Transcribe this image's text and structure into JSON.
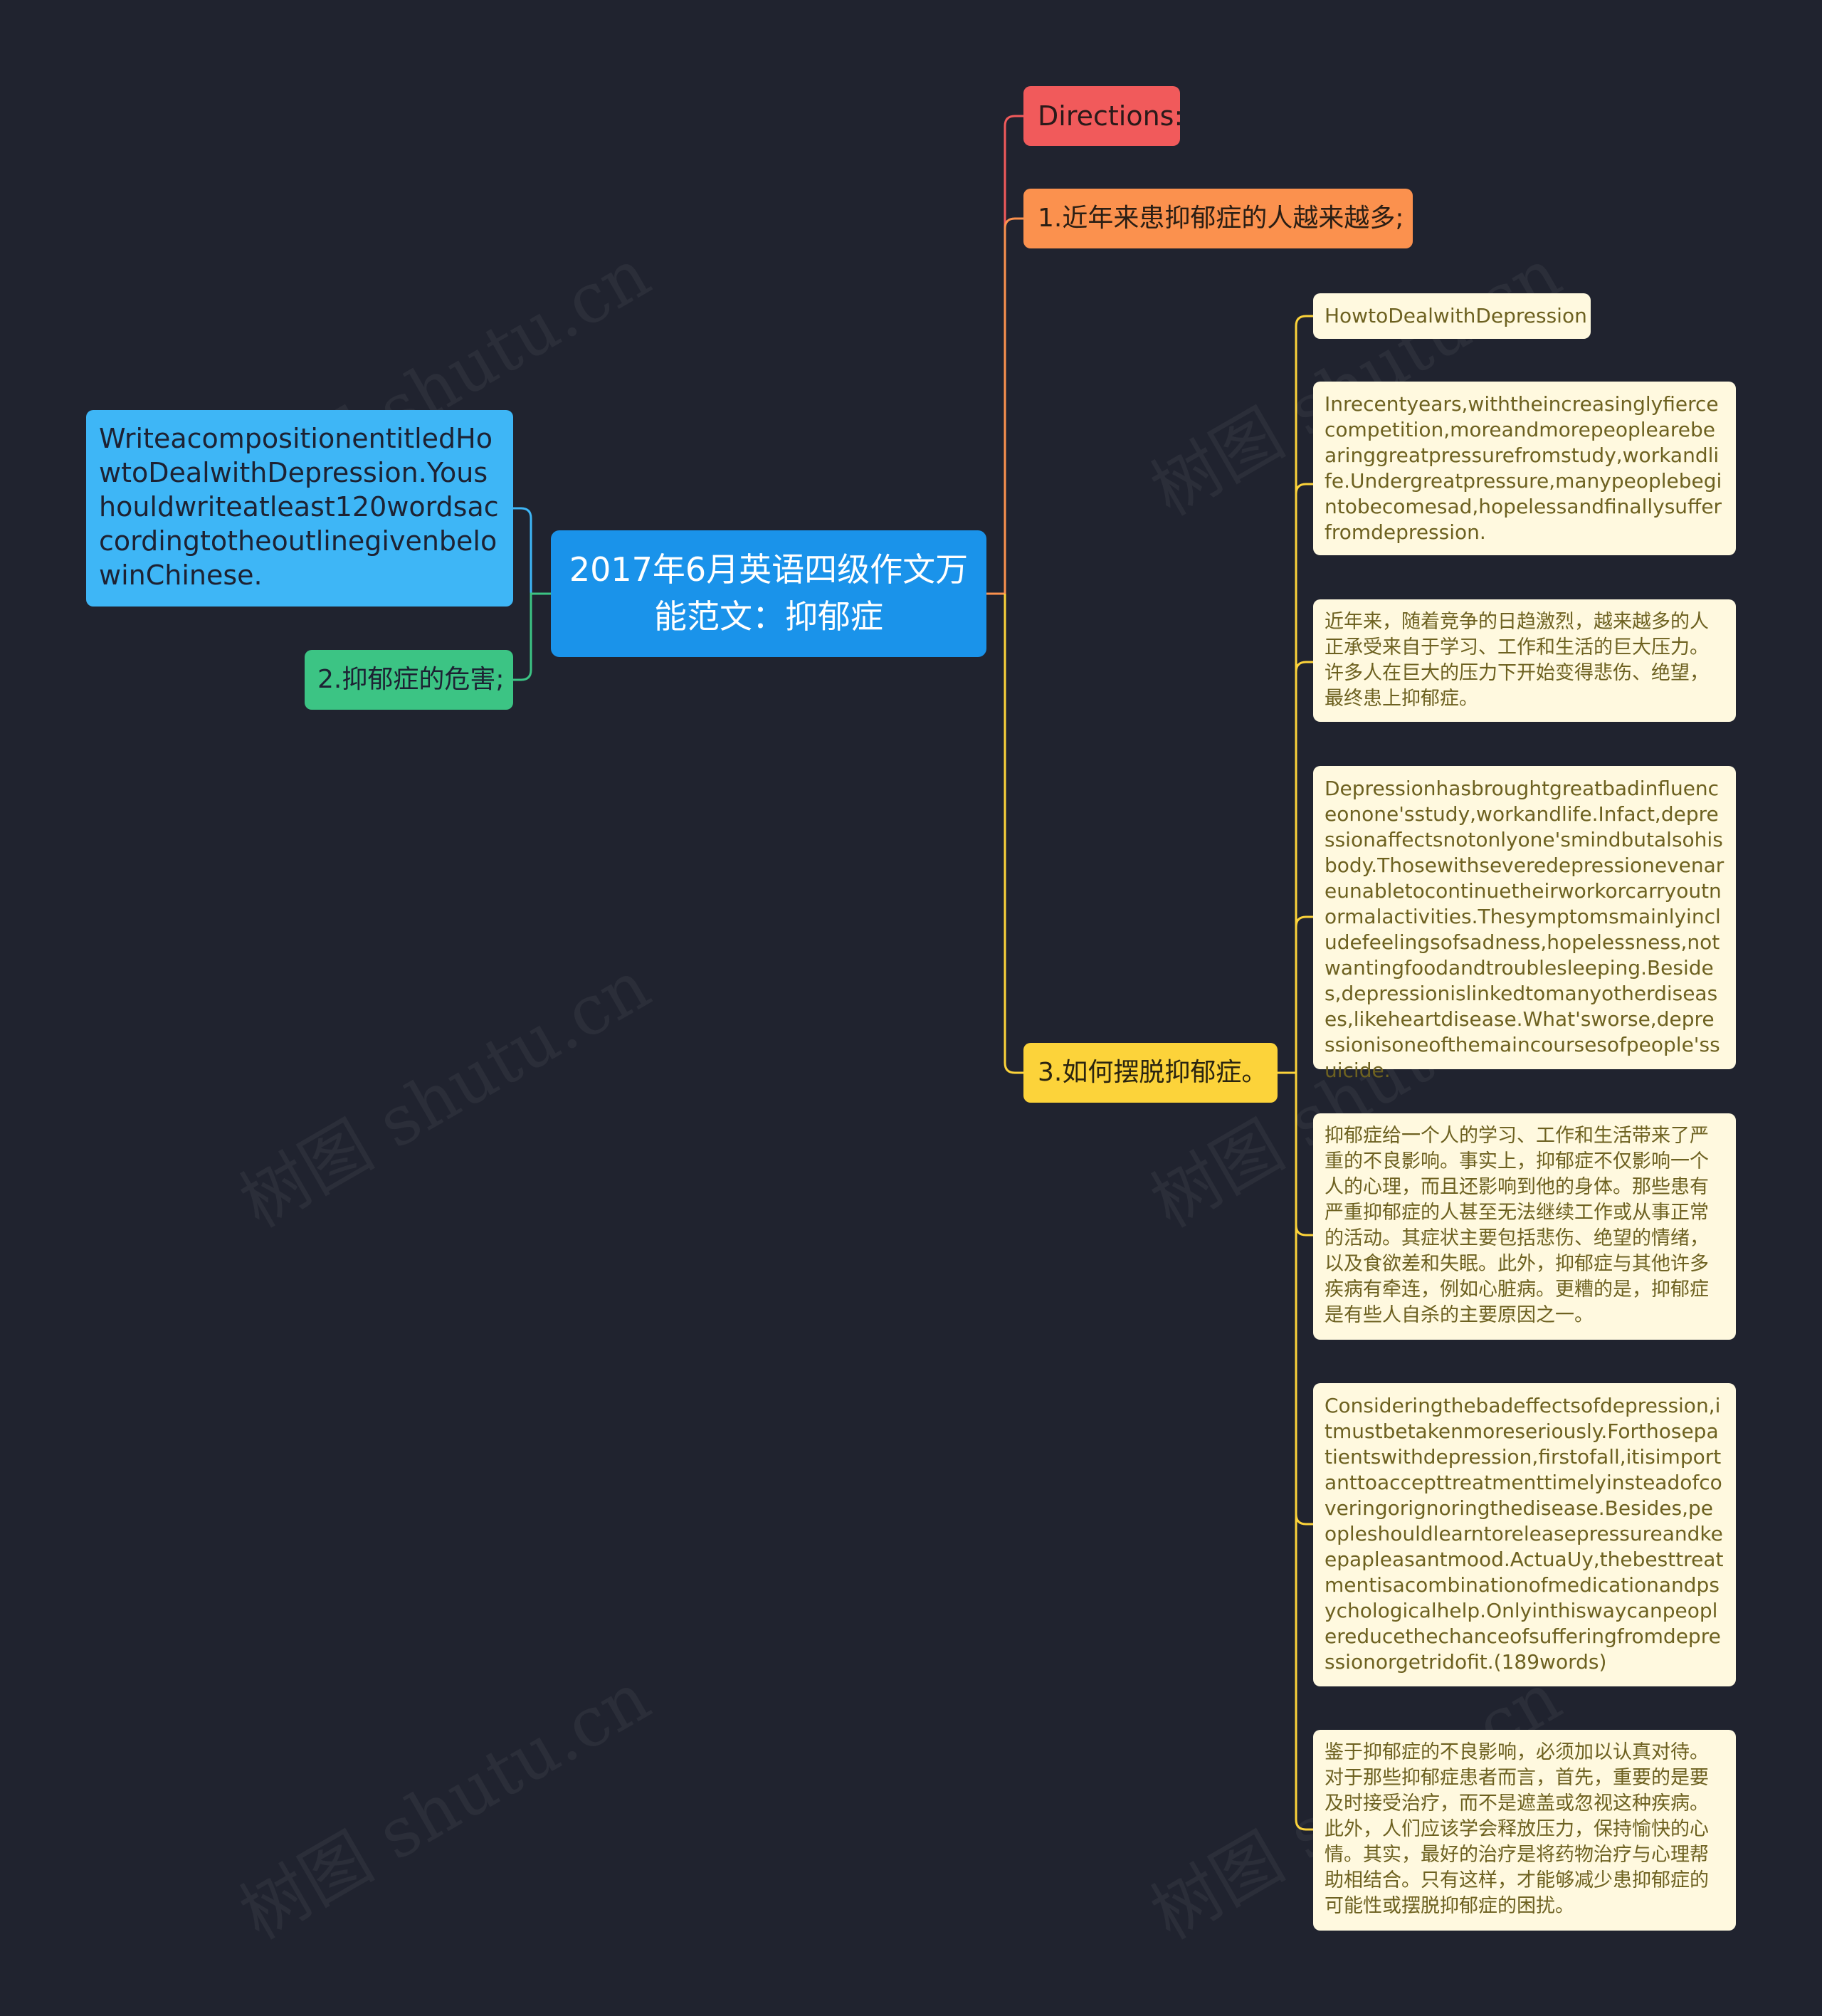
{
  "central": {
    "title": "2017年6月英语四级作文万能范文：抑郁症"
  },
  "left": {
    "main": "WriteacompositionentitledHowtoDealwithDepression.Youshouldwriteatleast120wordsaccordingtotheoutlinegivenbelowinChinese.",
    "sub": "2.抑郁症的危害;"
  },
  "right": {
    "directions": "Directions:",
    "point1": "1.近年来患抑郁症的人越来越多;",
    "point3": "3.如何摆脱抑郁症。",
    "leaves": [
      "HowtoDealwithDepression",
      "Inrecentyears,withtheincreasinglyfiercecompetition,moreandmorepeoplearebearinggreatpressurefromstudy,workandlife.Undergreatpressure,manypeoplebegintobecomesad,hopelessandfinallysufferfromdepression.",
      "近年来，随着竞争的日趋激烈，越来越多的人正承受来自于学习、工作和生活的巨大压力。许多人在巨大的压力下开始变得悲伤、绝望，最终患上抑郁症。",
      "Depressionhasbroughtgreatbadinfluenceonone'sstudy,workandlife.Infact,depressionaffectsnotonlyone'smindbutalsohisbody.Thosewithseveredepressionevenareunabletocontinuetheirworkorcarryoutnormalactivities.Thesymptomsmainlyincludefeelingsofsadness,hopelessness,notwantingfoodandtroublesleeping.Besides,depressionislinkedtomanyotherdiseases,likeheartdisease.What'sworse,depressionisoneofthemaincoursesofpeople'ssuicide.",
      "抑郁症给一个人的学习、工作和生活带来了严重的不良影响。事实上，抑郁症不仅影响一个人的心理，而且还影响到他的身体。那些患有严重抑郁症的人甚至无法继续工作或从事正常的活动。其症状主要包括悲伤、绝望的情绪，以及食欲差和失眠。此外，抑郁症与其他许多疾病有牵连，例如心脏病。更糟的是，抑郁症是有些人自杀的主要原因之一。",
      "Consideringthebadeffectsofdepression,itmustbetakenmoreseriously.Forthosepatientswithdepression,firstofall,itisimportanttoaccepttreatmenttimelyinsteadofcoveringorignoringthedisease.Besides,peopleshouldlearntoreleasepressureandkeepapleasantmood.ActuaUy,thebesttreatmentisacombinationofmedicationandpsychologicalhelp.Onlyinthiswaycanpeoplereducethechanceofsufferingfromdepressionorgetridofit.(189words)",
      "鉴于抑郁症的不良影响，必须加以认真对待。对于那些抑郁症患者而言，首先，重要的是要及时接受治疗，而不是遮盖或忽视这种疾病。此外，人们应该学会释放压力，保持愉快的心情。其实，最好的治疗是将药物治疗与心理帮助相结合。只有这样，才能够减少患抑郁症的可能性或摆脱抑郁症的困扰。"
    ]
  },
  "watermark": "树图 shutu.cn",
  "colors": {
    "background": "#20232f",
    "central": "#1a93ea",
    "left_main": "#3eb6f6",
    "left_sub": "#3cc484",
    "directions": "#f15a5b",
    "point1": "#fb914e",
    "point3": "#fcd33a",
    "leaf": "#fff9df"
  }
}
